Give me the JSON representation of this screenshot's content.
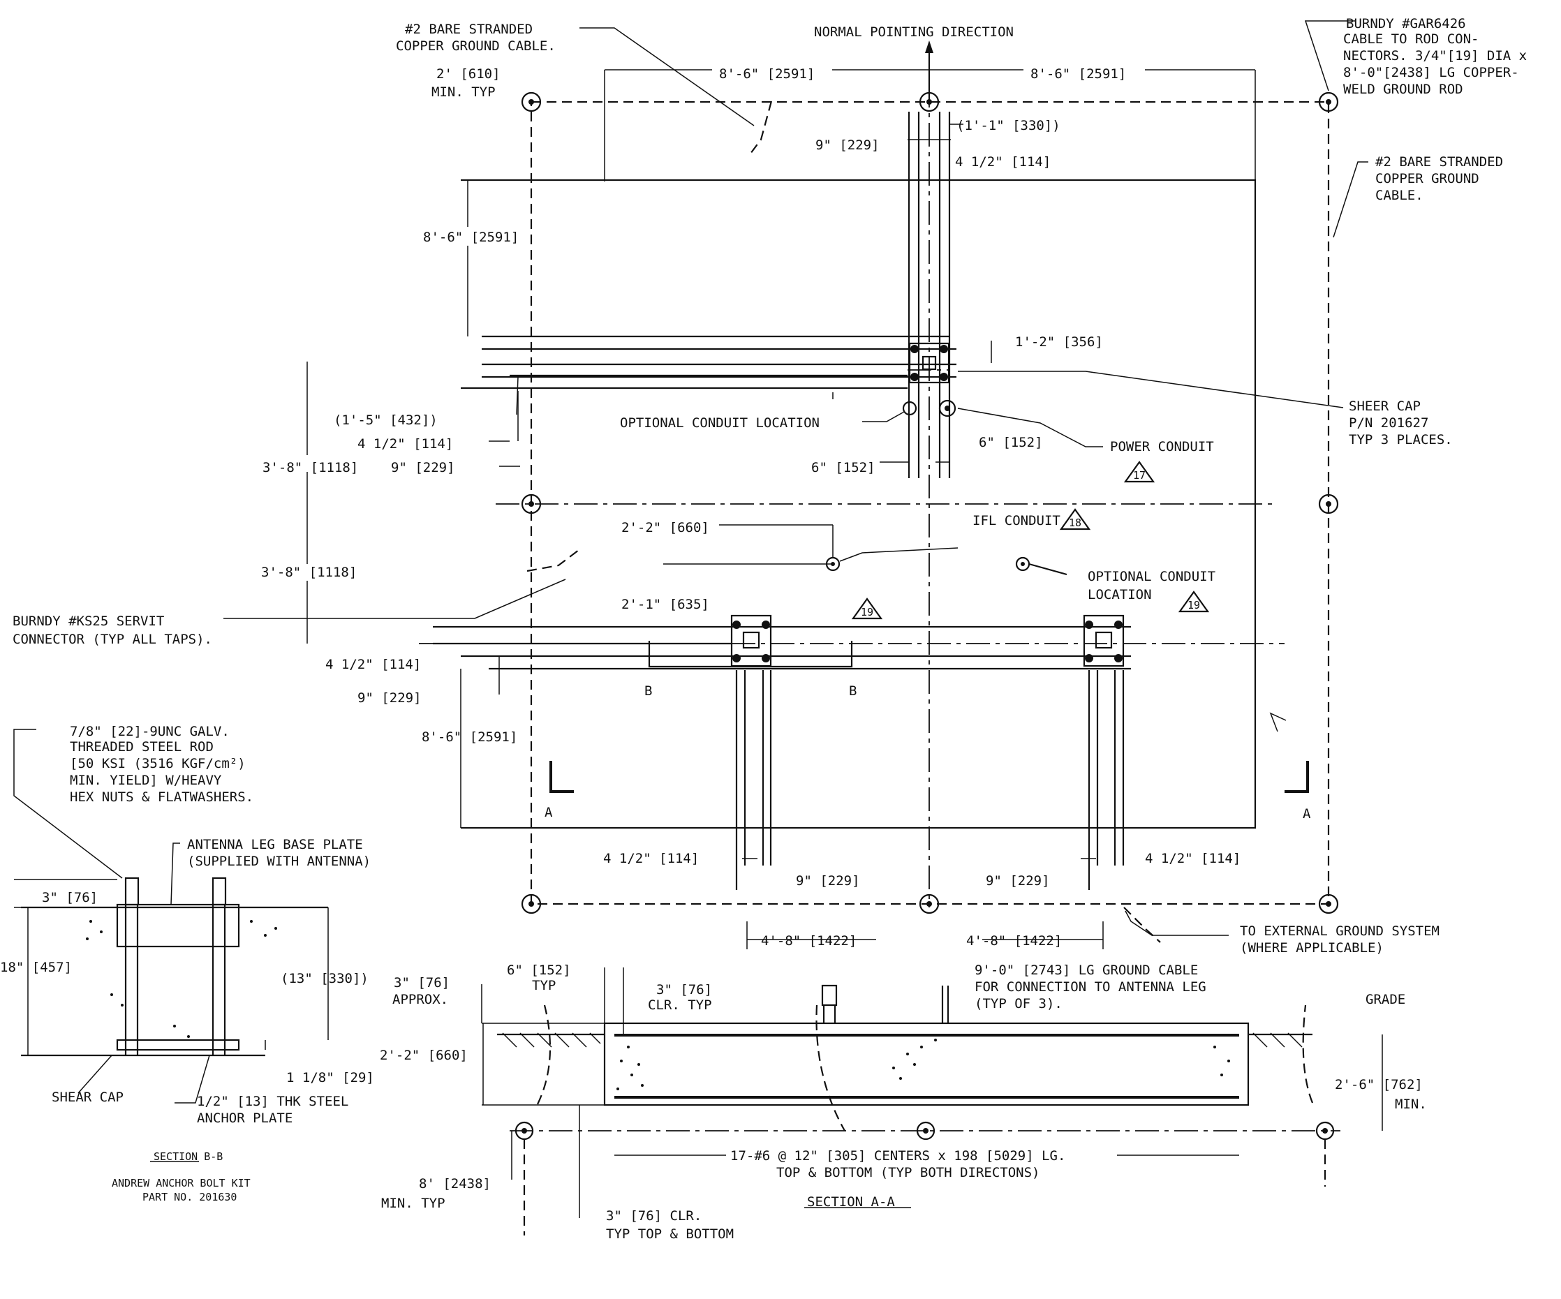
{
  "diagram": {
    "notes": {
      "top_left_cable": [
        "#2 BARE STRANDED",
        "COPPER GROUND CABLE."
      ],
      "normal_pointing": "NORMAL POINTING DIRECTION",
      "burndy_rod": [
        "BURNDY #GAR6426",
        "CABLE TO ROD CON-",
        "NECTORS. 3/4\"[19] DIA x",
        "8'-0\"[2438] LG COPPER-",
        "WELD GROUND ROD"
      ],
      "right_cable": [
        "#2 BARE STRANDED",
        "COPPER GROUND",
        "CABLE."
      ],
      "min_typ": [
        "2' [610]",
        "MIN. TYP"
      ],
      "sheer_cap": [
        "SHEER CAP",
        "P/N 201627",
        "TYP 3 PLACES."
      ],
      "optional_conduit_top": "OPTIONAL CONDUIT LOCATION",
      "power_conduit": "POWER CONDUIT",
      "ifl_conduit": "IFL CONDUIT",
      "optional_conduit_right": [
        "OPTIONAL CONDUIT",
        "LOCATION"
      ],
      "burndy_servit": [
        "BURNDY #KS25 SERVIT",
        "CONNECTOR (TYP ALL TAPS)."
      ],
      "to_external": [
        "TO EXTERNAL GROUND SYSTEM",
        "(WHERE APPLICABLE)"
      ],
      "ground_cable_leg": [
        "9'-0\" [2743] LG GROUND CABLE",
        "FOR CONNECTION TO ANTENNA LEG",
        "(TYP OF 3)."
      ],
      "grade": "GRADE",
      "rebar": [
        "17-#6 @ 12\" [305] CENTERS x 198 [5029] LG.",
        "TOP & BOTTOM (TYP BOTH DIRECTONS)"
      ],
      "clr_bottom": [
        "3\" [76] CLR.",
        "TYP TOP & BOTTOM"
      ],
      "rod_spec": [
        "7/8\" [22]-9UNC GALV.",
        "THREADED STEEL ROD",
        "[50 KSI (3516 KGF/cm²)",
        "MIN. YIELD] W/HEAVY",
        "HEX NUTS & FLATWASHERS."
      ],
      "base_plate": [
        "ANTENNA LEG BASE PLATE",
        "(SUPPLIED WITH ANTENNA)"
      ],
      "shear_cap": "SHEAR CAP",
      "anchor_plate": [
        "1/2\" [13] THK STEEL",
        "ANCHOR PLATE"
      ],
      "section_bb": "SECTION B-B",
      "kit": [
        "ANDREW ANCHOR BOLT KIT",
        "PART NO. 201630"
      ],
      "section_aa": "SECTION A-A",
      "approx": [
        "3\" [76]",
        "APPROX."
      ],
      "typ_6": [
        "6\" [152]",
        "TYP"
      ],
      "clr_typ": [
        "3\" [76]",
        "CLR. TYP"
      ],
      "min_2_6": [
        "2'-6\" [762]",
        "MIN."
      ],
      "min_typ_8": [
        "8' [2438]",
        "MIN. TYP"
      ]
    },
    "dims": {
      "top_left_span": "8'-6\" [2591]",
      "top_right_span": "8'-6\" [2591]",
      "d_1_1": "(1'-1\" [330])",
      "d_9_top": "9\" [229]",
      "d_4half_top": "4 1/2\" [114]",
      "left_8_6_upper": "8'-6\" [2591]",
      "d_1_2": "1'-2\" [356]",
      "d_1_5": "(1'-5\" [432])",
      "d_4half_left": "4 1/2\" [114]",
      "d_9_left": "9\" [229]",
      "d_3_8_a": "3'-8\" [1118]",
      "d_6_right": "6\" [152]",
      "d_6_left": "6\" [152]",
      "d_3_8_b": "3'-8\" [1118]",
      "d_2_2": "2'-2\" [660]",
      "d_2_1": "2'-1\" [635]",
      "d_4half_mid": "4 1/2\" [114]",
      "d_9_mid": "9\" [229]",
      "left_8_6_lower": "8'-6\" [2591]",
      "d_4half_bl": "4 1/2\" [114]",
      "d_9_bl": "9\" [229]",
      "d_9_br": "9\" [229]",
      "d_4half_br": "4 1/2\" [114]",
      "d_4_8_l": "4'-8\" [1422]",
      "d_4_8_r": "4'-8\" [1422]",
      "d_3_bb": "3\" [76]",
      "d_18": "18\" [457]",
      "d_13": "(13\" [330])",
      "d_1_1_8": "1 1/8\" [29]",
      "d_2_2_sec": "2'-2\" [660]"
    },
    "markers": {
      "A": "A",
      "B": "B",
      "t17": "17",
      "t18": "18",
      "t19": "19"
    }
  }
}
